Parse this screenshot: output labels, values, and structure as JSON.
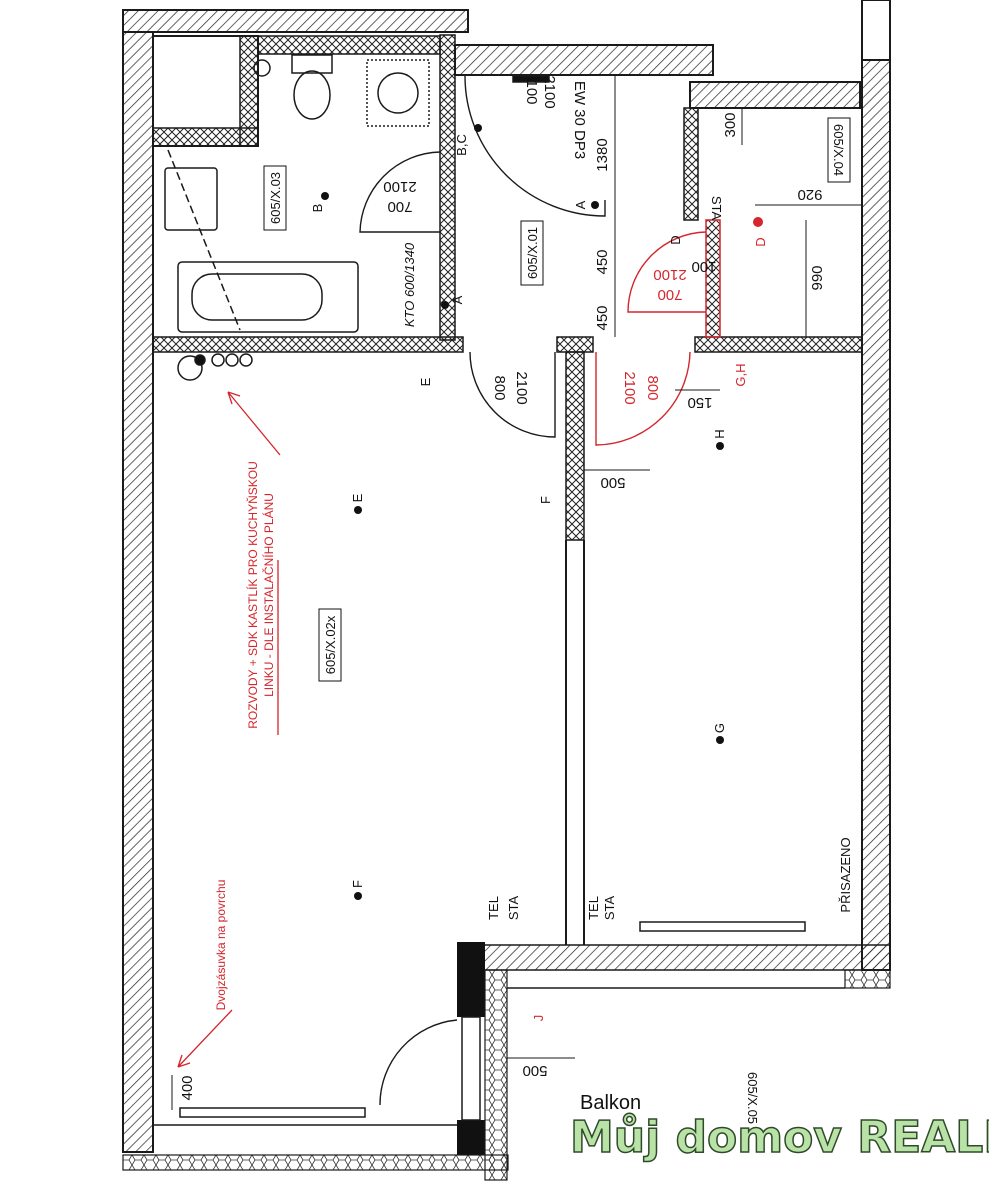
{
  "rooms": {
    "hall": "605/X.01",
    "living": "605/X.02x",
    "bath": "605/X.03",
    "wc_room": "605/X.04",
    "balcony": "605/X.05"
  },
  "labels": {
    "balcony_name": "Balkon",
    "door_rating": "EW 30 DP3",
    "bathtub": "KTO 600/1340",
    "attached": "PŘISAZENO",
    "sta": "STA",
    "tel": "TEL"
  },
  "notes": {
    "kitchen_line1": "ROZVODY + SDK KASTLÍK PRO KUCHYŇSKOU",
    "kitchen_line2": "LINKU - DLE INSTALAČNÍHO PLÁNU",
    "socket": "Dvojzásuvka na povrchu"
  },
  "dims": {
    "d2100a": "2100",
    "d700a": "700",
    "d1380": "1380",
    "d450a": "450",
    "d450b": "450",
    "d2100b": "2100",
    "d700b": "700",
    "d100": "100",
    "d300": "300",
    "d920": "920",
    "d990": "990",
    "d800a": "800",
    "d2100c": "2100",
    "d2100d": "2100",
    "d800b": "800",
    "d150": "150",
    "d500a": "500",
    "d500b": "500",
    "d400": "400",
    "d100b": "100",
    "d2100e": "2100"
  },
  "markers": {
    "A1": "A",
    "A2": "A",
    "B1": "B",
    "BC": "B,C",
    "D1": "D",
    "D2": "D",
    "E1": "E",
    "E2": "E",
    "F1": "F",
    "F2": "F",
    "G1": "G",
    "H1": "H",
    "GH": "G,H",
    "J1": "J"
  },
  "watermark": "Můj domov REALITY",
  "colors": {
    "wall": "#1a1a1a",
    "red": "#d4262c",
    "watermark_fill": "#b9e3a6",
    "watermark_stroke": "#2f4a2a"
  }
}
